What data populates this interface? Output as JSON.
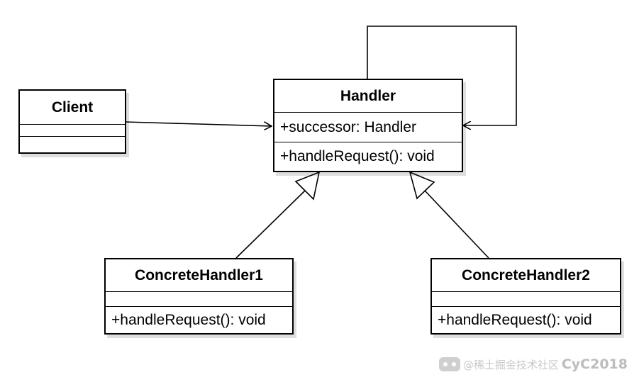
{
  "diagram": {
    "classes": {
      "client": {
        "name": "Client",
        "attributes": "",
        "methods": ""
      },
      "handler": {
        "name": "Handler",
        "attributes": "+successor: Handler",
        "methods": "+handleRequest(): void"
      },
      "concrete1": {
        "name": "ConcreteHandler1",
        "attributes": "",
        "methods": "+handleRequest(): void"
      },
      "concrete2": {
        "name": "ConcreteHandler2",
        "attributes": "",
        "methods": "+handleRequest(): void"
      }
    },
    "relations": [
      {
        "from": "Client",
        "to": "Handler",
        "type": "association"
      },
      {
        "from": "Handler",
        "to": "Handler",
        "type": "self-association"
      },
      {
        "from": "ConcreteHandler1",
        "to": "Handler",
        "type": "generalization"
      },
      {
        "from": "ConcreteHandler2",
        "to": "Handler",
        "type": "generalization"
      }
    ]
  },
  "watermark": {
    "text": "@稀土掘金技术社区",
    "handle": "CyC2018",
    "icon": "mascot-icon"
  }
}
